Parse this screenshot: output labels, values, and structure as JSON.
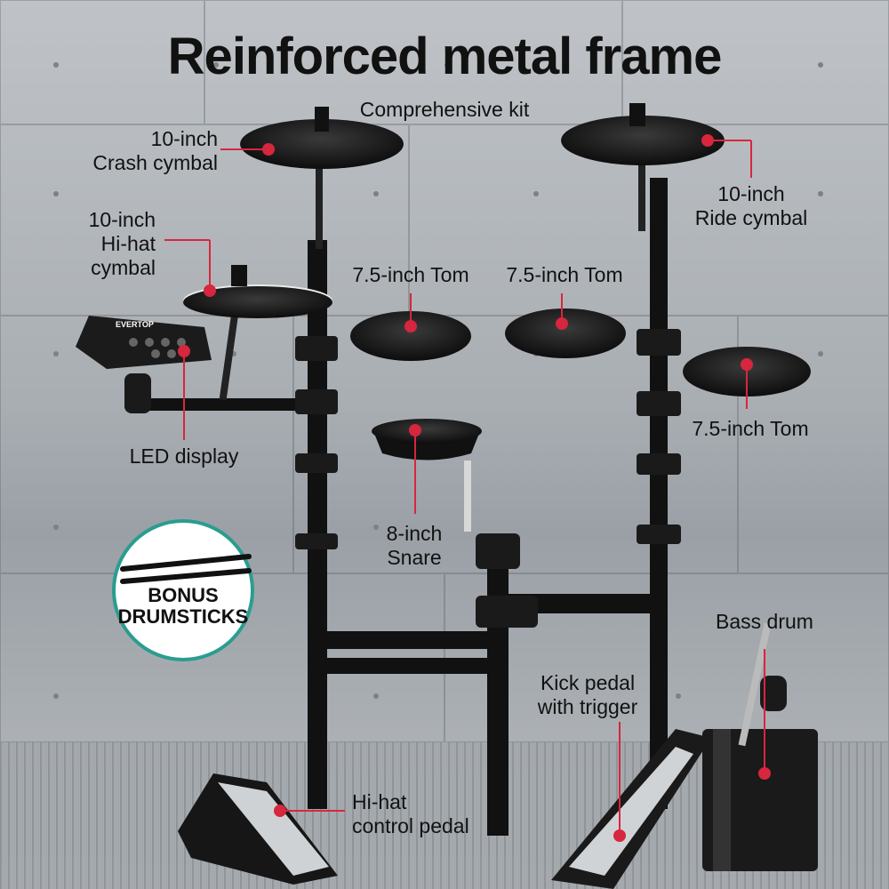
{
  "title": "Reinforced metal frame",
  "labels": {
    "comprehensive": "Comprehensive kit",
    "crash_size": "10-inch",
    "crash_name": "Crash cymbal",
    "ride_size": "10-inch",
    "ride_name": "Ride cymbal",
    "hihat_size": "10-inch",
    "hihat_line2": "Hi-hat",
    "hihat_line3": "cymbal",
    "tom1": "7.5-inch Tom",
    "tom2": "7.5-inch Tom",
    "tom3": "7.5-inch Tom",
    "led": "LED display",
    "snare_size": "8-inch",
    "snare_name": "Snare",
    "bass_drum": "Bass drum",
    "kick_line1": "Kick pedal",
    "kick_line2": "with trigger",
    "hihat_pedal_line1": "Hi-hat",
    "hihat_pedal_line2": "control pedal"
  },
  "badge": {
    "line1": "BONUS",
    "line2": "DRUMSTICKS"
  },
  "colors": {
    "accent": "#d7263d",
    "badge_border": "#2a9d8f"
  }
}
